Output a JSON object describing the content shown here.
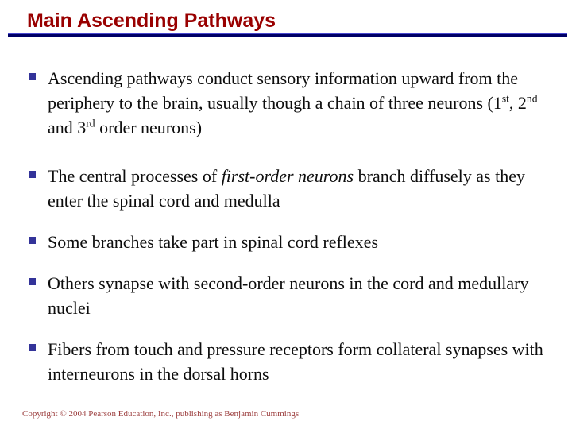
{
  "slide": {
    "title": "Main Ascending Pathways",
    "copyright": "Copyright © 2004 Pearson Education, Inc., publishing as Benjamin Cummings"
  },
  "colors": {
    "background": "#ffffff",
    "title": "#990000",
    "rule_top": "#4a4ad0",
    "rule_bottom": "#000066",
    "bullet_square": "#333399",
    "body_text": "#0d0d0d",
    "copyright": "#9d4040"
  },
  "bullets": [
    {
      "segments": [
        {
          "style": "normal",
          "text": "Ascending pathways conduct sensory information upward from the periphery to the brain, usually though a chain of three neurons (1"
        },
        {
          "style": "sup",
          "text": "st"
        },
        {
          "style": "normal",
          "text": ", 2"
        },
        {
          "style": "sup",
          "text": "nd"
        },
        {
          "style": "normal",
          "text": " and 3"
        },
        {
          "style": "sup",
          "text": "rd"
        },
        {
          "style": "normal",
          "text": " order neurons)"
        }
      ]
    },
    {
      "segments": [
        {
          "style": "normal",
          "text": "The central processes of "
        },
        {
          "style": "italic",
          "text": "first-order neurons"
        },
        {
          "style": "normal",
          "text": " branch diffusely as they enter the spinal cord and medulla"
        }
      ]
    },
    {
      "segments": [
        {
          "style": "normal",
          "text": "Some branches take part in spinal cord reflexes"
        }
      ]
    },
    {
      "segments": [
        {
          "style": "normal",
          "text": "Others synapse with second-order neurons in the cord and medullary nuclei"
        }
      ]
    },
    {
      "segments": [
        {
          "style": "normal",
          "text": "Fibers from touch and pressure receptors form collateral synapses with interneurons in the dorsal horns"
        }
      ]
    }
  ]
}
